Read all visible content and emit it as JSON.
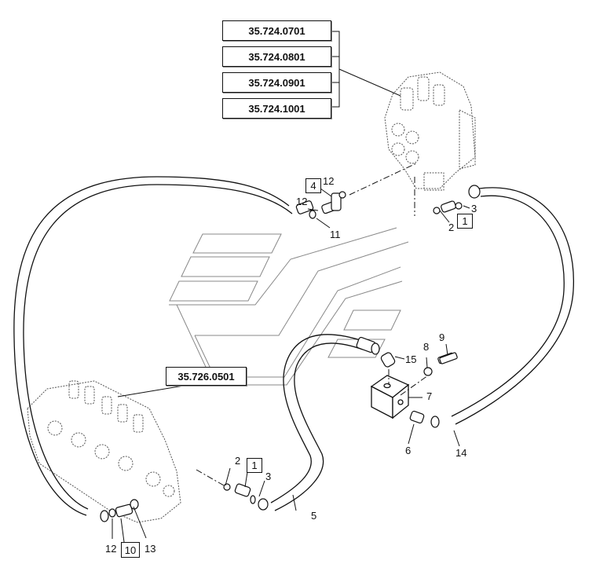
{
  "diagram": {
    "title": "Hydraulic hose routing exploded view",
    "reference_boxes": [
      {
        "id": "ref-0701",
        "label": "35.724.0701"
      },
      {
        "id": "ref-0801",
        "label": "35.724.0801"
      },
      {
        "id": "ref-0901",
        "label": "35.724.0901"
      },
      {
        "id": "ref-1001",
        "label": "35.724.1001"
      },
      {
        "id": "ref-0501",
        "label": "35.726.0501"
      }
    ],
    "callouts": {
      "c12a": "12",
      "c12b": "12",
      "c11": "11",
      "c2a": "2",
      "c3a": "3",
      "c15": "15",
      "c8": "8",
      "c9": "9",
      "c7": "7",
      "c6": "6",
      "c14": "14",
      "c2b": "2",
      "c3b": "3",
      "c5": "5",
      "c12c": "12",
      "c13": "13"
    },
    "boxed_callouts": {
      "b4": "4",
      "b1a": "1",
      "b1b": "1",
      "b10": "10"
    },
    "colors": {
      "line": "#111111",
      "dotted": "#666666",
      "watermark": "#777777"
    }
  }
}
